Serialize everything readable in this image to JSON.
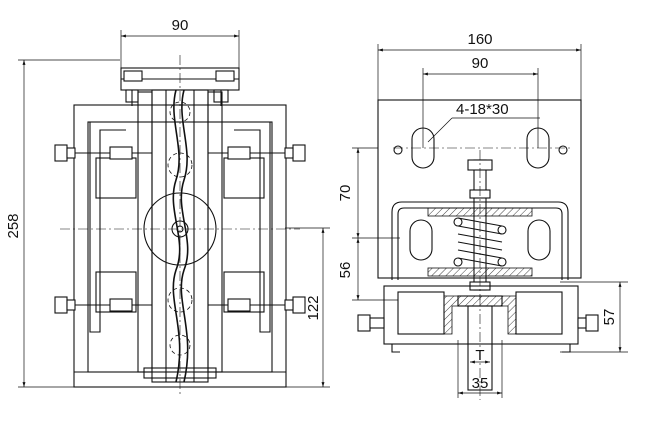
{
  "dimensions": {
    "front_width": "90",
    "front_height": "258",
    "front_lower": "122",
    "side_width": "160",
    "side_slot_spacing": "90",
    "slot_spec": "4-18*30",
    "side_70": "70",
    "side_56": "56",
    "side_57": "57",
    "rail_t": "T",
    "rail_35": "35"
  }
}
